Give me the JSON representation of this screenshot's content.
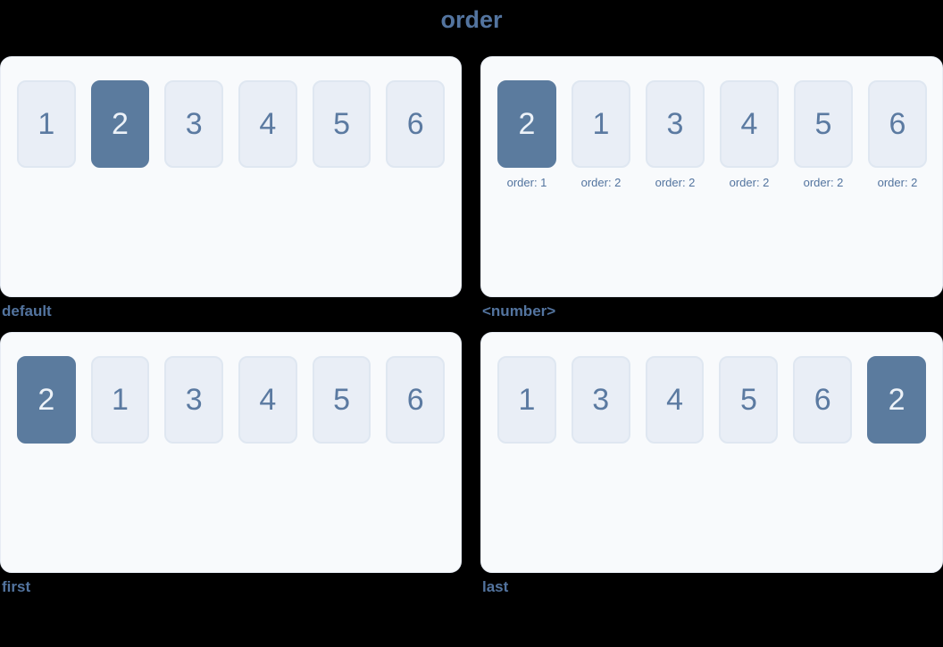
{
  "title": "order",
  "colors": {
    "background": "#000000",
    "panel_bg": "#f8fafc",
    "panel_border": "#e7ecf4",
    "card_bg": "#e9eef6",
    "card_border": "#dfe7f1",
    "card_text": "#5b7aa1",
    "highlight_bg": "#5b7b9e",
    "highlight_text": "#edf2f8",
    "label_text": "#53749f"
  },
  "examples": [
    {
      "label": "default",
      "items": [
        {
          "value": "1",
          "highlight": false
        },
        {
          "value": "2",
          "highlight": true
        },
        {
          "value": "3",
          "highlight": false
        },
        {
          "value": "4",
          "highlight": false
        },
        {
          "value": "5",
          "highlight": false
        },
        {
          "value": "6",
          "highlight": false
        }
      ]
    },
    {
      "label": "<number>",
      "items": [
        {
          "value": "2",
          "highlight": true,
          "sublabel": "order: 1"
        },
        {
          "value": "1",
          "highlight": false,
          "sublabel": "order: 2"
        },
        {
          "value": "3",
          "highlight": false,
          "sublabel": "order: 2"
        },
        {
          "value": "4",
          "highlight": false,
          "sublabel": "order: 2"
        },
        {
          "value": "5",
          "highlight": false,
          "sublabel": "order: 2"
        },
        {
          "value": "6",
          "highlight": false,
          "sublabel": "order: 2"
        }
      ]
    },
    {
      "label": "first",
      "items": [
        {
          "value": "2",
          "highlight": true
        },
        {
          "value": "1",
          "highlight": false
        },
        {
          "value": "3",
          "highlight": false
        },
        {
          "value": "4",
          "highlight": false
        },
        {
          "value": "5",
          "highlight": false
        },
        {
          "value": "6",
          "highlight": false
        }
      ]
    },
    {
      "label": "last",
      "items": [
        {
          "value": "1",
          "highlight": false
        },
        {
          "value": "3",
          "highlight": false
        },
        {
          "value": "4",
          "highlight": false
        },
        {
          "value": "5",
          "highlight": false
        },
        {
          "value": "6",
          "highlight": false
        },
        {
          "value": "2",
          "highlight": true
        }
      ]
    }
  ]
}
